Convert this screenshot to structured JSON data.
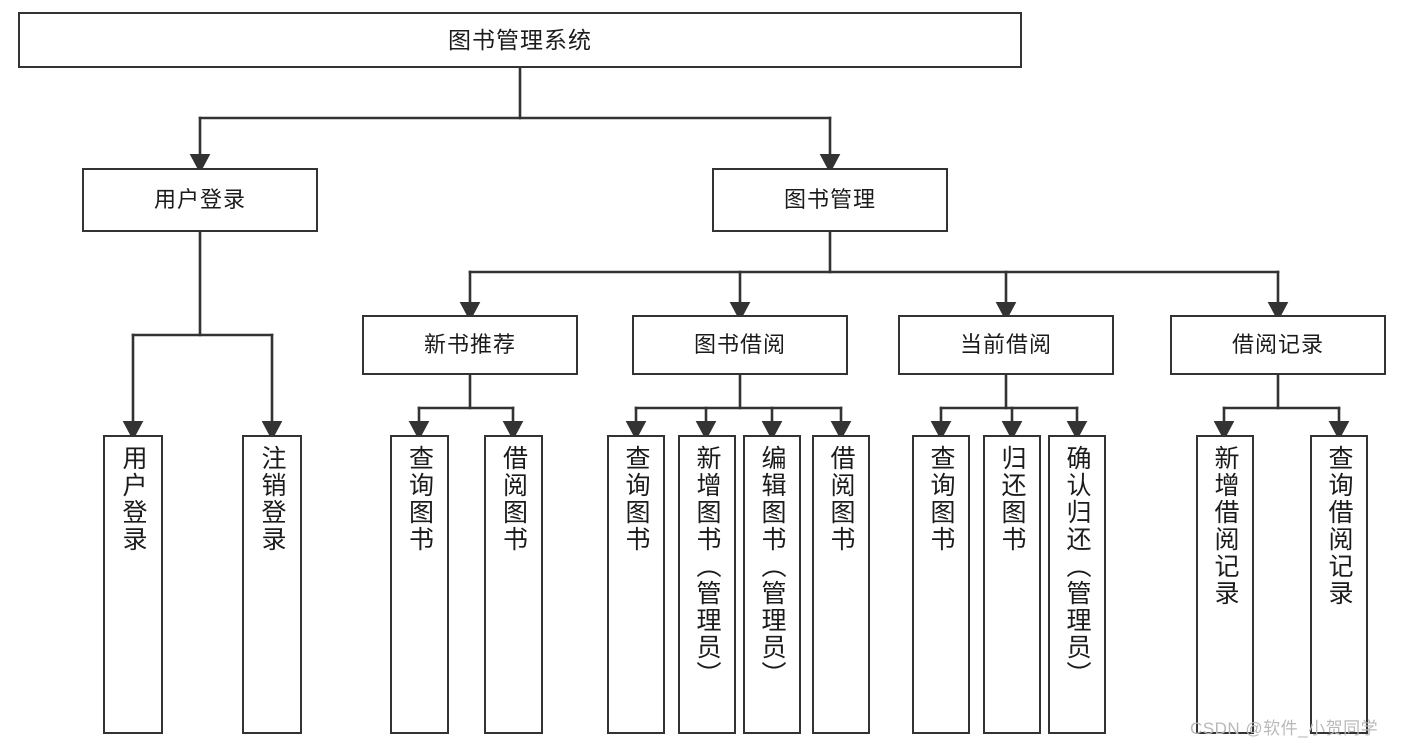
{
  "diagram": {
    "title": "图书管理系统",
    "type": "tree-hierarchy-chart",
    "watermark": "CSDN @软件_小贺同学",
    "line_color": "#333333",
    "box_fill": "#ffffff",
    "text_color": "#1b1b1b",
    "root": {
      "label": "图书管理系统"
    },
    "level1": [
      {
        "label": "用户登录"
      },
      {
        "label": "图书管理"
      }
    ],
    "level2": [
      {
        "label": "新书推荐"
      },
      {
        "label": "图书借阅"
      },
      {
        "label": "当前借阅"
      },
      {
        "label": "借阅记录"
      }
    ],
    "leaves": {
      "user_login": [
        {
          "label": "用户登录"
        },
        {
          "label": "注销登录"
        }
      ],
      "new_book_recommend": [
        {
          "label": "查询图书"
        },
        {
          "label": "借阅图书"
        }
      ],
      "book_borrow": [
        {
          "label": "查询图书"
        },
        {
          "label": "新增图书（管理员）"
        },
        {
          "label": "编辑图书（管理员）"
        },
        {
          "label": "借阅图书"
        }
      ],
      "current_borrow": [
        {
          "label": "查询图书"
        },
        {
          "label": "归还图书"
        },
        {
          "label": "确认归还（管理员）"
        }
      ],
      "borrow_record": [
        {
          "label": "新增借阅记录"
        },
        {
          "label": "查询借阅记录"
        }
      ]
    }
  }
}
